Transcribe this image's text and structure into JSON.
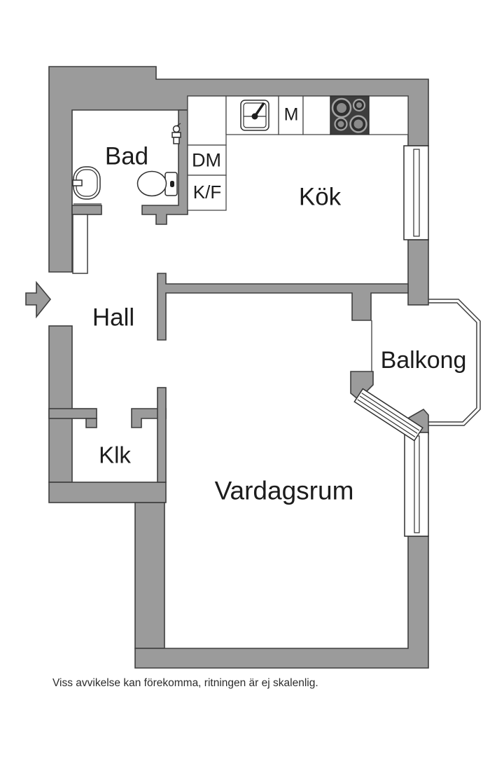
{
  "floorplan": {
    "rooms": {
      "bathroom": {
        "label": "Bad"
      },
      "kitchen": {
        "label": "Kök"
      },
      "hall": {
        "label": "Hall"
      },
      "closet": {
        "label": "Klk"
      },
      "balcony": {
        "label": "Balkong"
      },
      "living_room": {
        "label": "Vardagsrum"
      }
    },
    "appliances": {
      "dishwasher": {
        "label": "DM"
      },
      "fridge_freezer": {
        "label": "K/F"
      },
      "microwave": {
        "label": "M"
      }
    },
    "icons": [
      "entrance-arrow-icon",
      "entrance-door-leaf",
      "washbasin-icon",
      "toilet-icon",
      "shower-mixer-icon",
      "kitchen-sink-icon",
      "stove-icon",
      "kitchen-window",
      "living-room-window",
      "balcony-door-window"
    ],
    "disclaimer": "Viss avvikelse kan förekomma, ritningen är ej skalenlig.",
    "colors": {
      "background": "#ffffff",
      "wall": "#9b9b9b",
      "wall_outline": "#3e3e3e",
      "stove": "#3d3d3d",
      "text": "#1c1c1c"
    }
  }
}
